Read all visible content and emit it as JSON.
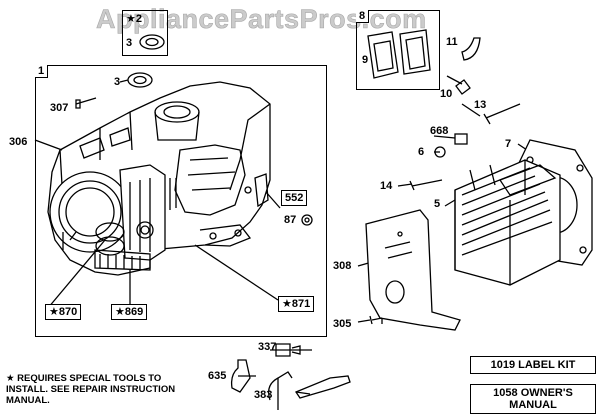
{
  "watermark": "AppliancePartsPros.com",
  "note": "★ REQUIRES SPECIAL TOOLS TO INSTALL. SEE REPAIR INSTRUCTION MANUAL.",
  "kits": {
    "label_kit": "1019 LABEL KIT",
    "owners_manual": "1058 OWNER'S MANUAL"
  },
  "groups": {
    "g1": "1",
    "g8": "8"
  },
  "callouts": {
    "c2": "★2",
    "c3a": "3",
    "c3b": "3",
    "c307": "307",
    "c306": "306",
    "c9": "9",
    "c11": "11",
    "c10": "10",
    "c13": "13",
    "c668": "668",
    "c6": "6",
    "c7": "7",
    "c14": "14",
    "c5": "5",
    "c552": "552",
    "c87": "87",
    "c308": "308",
    "c305": "305",
    "c870": "★870",
    "c869": "★869",
    "c871": "★871",
    "c337": "337",
    "c635": "635",
    "c383": "383"
  }
}
